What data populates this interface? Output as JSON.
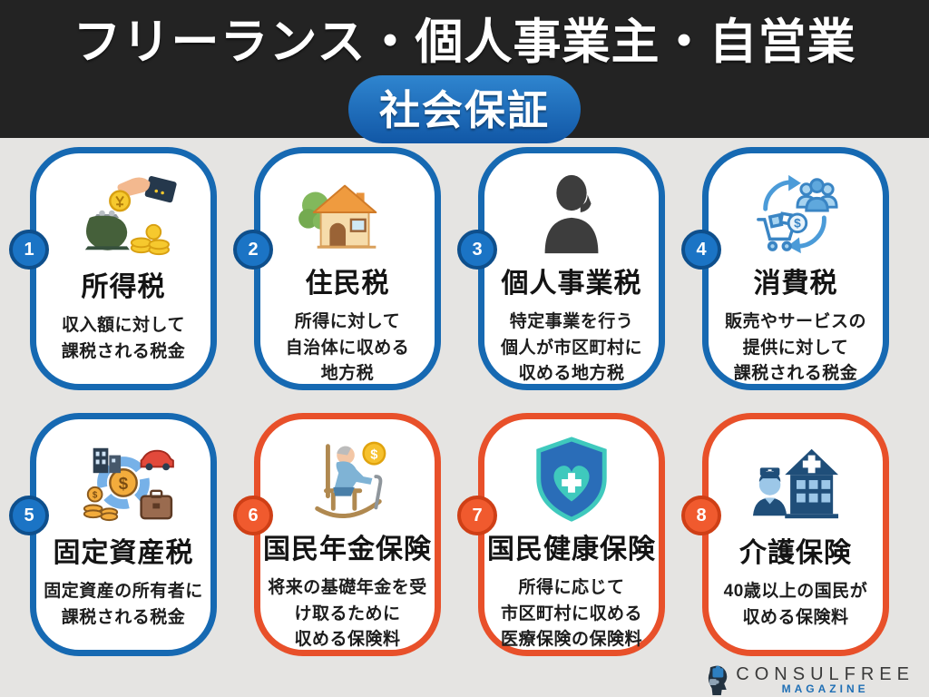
{
  "header": {
    "title": "フリーランス・個人事業主・自営業",
    "badge": "社会保証"
  },
  "cards": [
    {
      "number": "1",
      "title": "所得税",
      "desc": "収入額に対して\n課税される税金",
      "accent": "#1669b2",
      "icon": "coin-purse-icon"
    },
    {
      "number": "2",
      "title": "住民税",
      "desc": "所得に対して\n自治体に収める\n地方税",
      "accent": "#1669b2",
      "icon": "house-icon"
    },
    {
      "number": "3",
      "title": "個人事業税",
      "desc": "特定事業を行う\n個人が市区町村に\n収める地方税",
      "accent": "#1669b2",
      "icon": "person-silhouette-icon"
    },
    {
      "number": "4",
      "title": "消費税",
      "desc": "販売やサービスの\n提供に対して\n課税される税金",
      "accent": "#1669b2",
      "icon": "shopping-cycle-icon"
    },
    {
      "number": "5",
      "title": "固定資産税",
      "desc": "固定資産の所有者に\n課税される税金",
      "accent": "#1669b2",
      "icon": "fixed-assets-icon"
    },
    {
      "number": "6",
      "title": "国民年金保険",
      "desc": "将来の基礎年金を受\nけ取るために\n収める保険料",
      "accent": "#e8502a",
      "icon": "pension-rocking-chair-icon"
    },
    {
      "number": "7",
      "title": "国民健康保険",
      "desc": "所得に応じて\n市区町村に収める\n医療保険の保険料",
      "accent": "#e8502a",
      "icon": "health-shield-icon"
    },
    {
      "number": "8",
      "title": "介護保険",
      "desc": "40歳以上の国民が\n収める保険料",
      "accent": "#e8502a",
      "icon": "nurse-hospital-icon"
    }
  ],
  "footer": {
    "logo_name": "CONSULFREE",
    "logo_sub": "MAGAZINE"
  },
  "colors": {
    "header_bg": "#232323",
    "badge_blue": "#1e73c0",
    "card_blue": "#1669b2",
    "card_orange": "#e8502a",
    "page_bg": "#e5e4e2"
  }
}
